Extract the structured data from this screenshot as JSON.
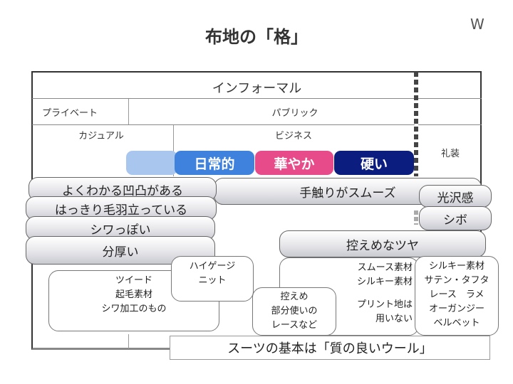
{
  "title": "布地の「格」",
  "watermark": "W",
  "header": {
    "informal": "インフォーマル",
    "private": "プライベート",
    "public": "パブリック",
    "casual": "カジュアル",
    "business": "ビジネス",
    "formal": "礼装"
  },
  "levels": {
    "daily": "日常的",
    "gorgeous": "華やか",
    "hard": "硬い"
  },
  "colors": {
    "light_blue": "#a9c6ee",
    "blue": "#3f82dd",
    "pink": "#e84b8a",
    "navy": "#0b1e80"
  },
  "pills": {
    "bumpy": "よくわかる凹凸がある",
    "distinct_nap": "はっきり毛羽立っている",
    "wrinkly": "シワっぽい",
    "thick": "分厚い",
    "smooth": "手触りがスムーズ",
    "luster": "光沢感",
    "shibo": "シボ",
    "subtle_shine": "控えめなツヤ"
  },
  "boxes": {
    "casual_fabrics": [
      "ツイード",
      "起毛素材",
      "シワ加工のもの"
    ],
    "high_gauge": [
      "ハイゲージ",
      "ニット"
    ],
    "lace_partial": [
      "控えめ",
      "部分使いの",
      "レースなど"
    ],
    "business_fabrics": [
      "スムース素材",
      "シルキー素材",
      "",
      "プリント地は",
      "用いない"
    ],
    "formal_fabrics": [
      "シルキー素材",
      "サテン・タフタ",
      "レース　ラメ",
      "オーガンジー",
      "ベルベット"
    ]
  },
  "banner": "スーツの基本は「質の良いウール」"
}
